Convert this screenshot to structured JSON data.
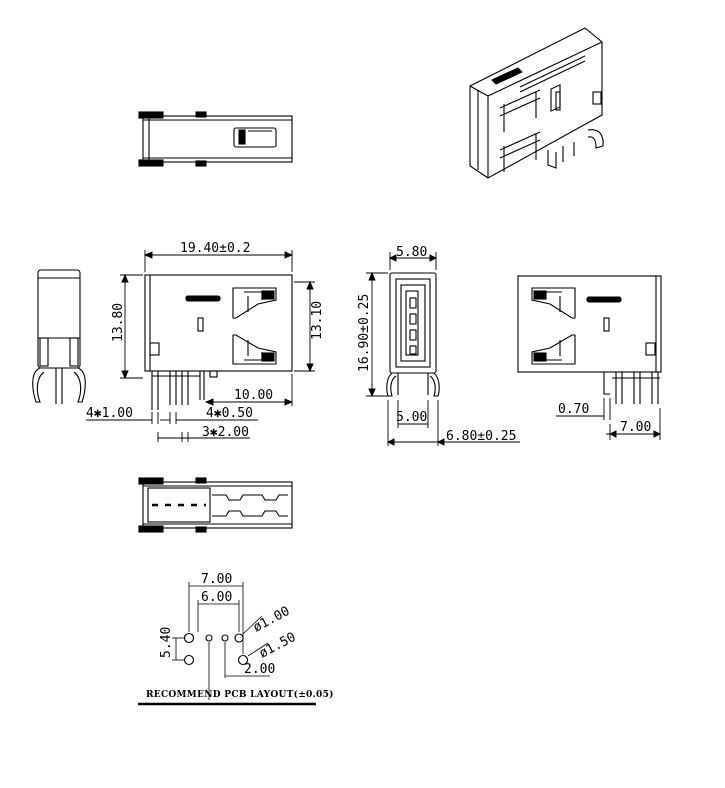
{
  "dimensions": {
    "length": "19.40±0.2",
    "height_left": "13.80",
    "height_right": "13.10",
    "pin_to_edge": "10.00",
    "pin_count_pitch_a": "4✱1.00",
    "pin_count_pitch_b": "4✱0.50",
    "pin_pitch_c": "3✱2.00",
    "width_top": "5.80",
    "front_height": "16.90±0.25",
    "front_pin_span": "5.00",
    "front_base": "6.80±0.25",
    "right_offset": "0.70",
    "right_pin_span": "7.00"
  },
  "pcb_layout": {
    "caption": "RECOMMEND PCB LAYOUT(±0.05)",
    "outer_span": "7.00",
    "inner_span": "6.00",
    "row_gap": "5.40",
    "hole_small": "ø1.00",
    "hole_large": "ø1.50",
    "pitch": "2.00"
  }
}
